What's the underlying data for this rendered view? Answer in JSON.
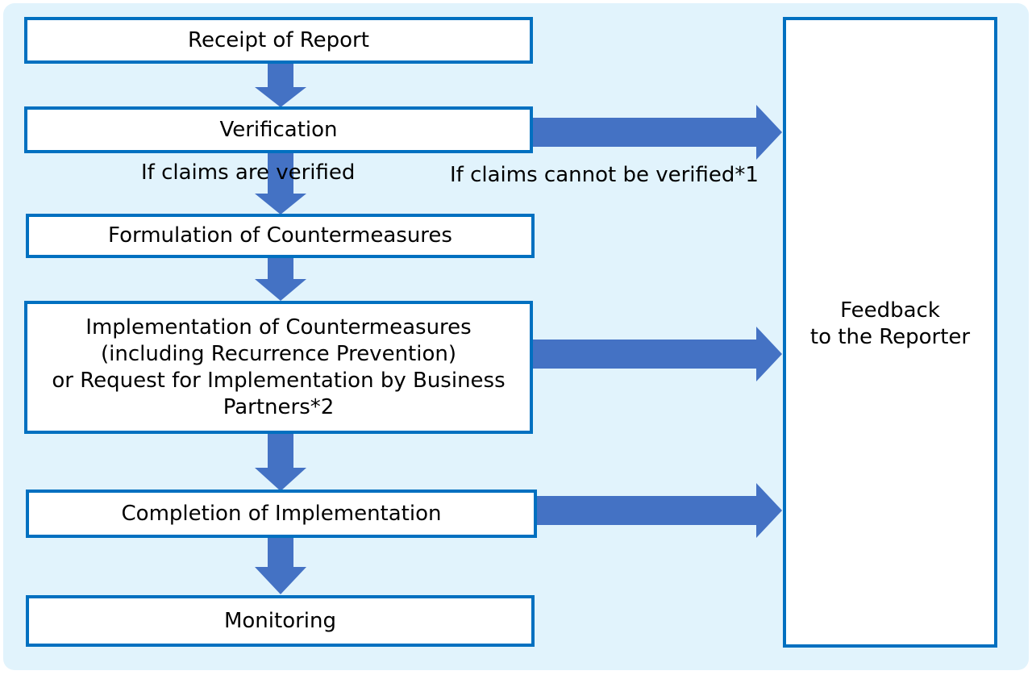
{
  "colors": {
    "background": "#e1f3fc",
    "box_border": "#0070c0",
    "arrow": "#4472c4"
  },
  "steps": {
    "receipt": "Receipt of Report",
    "verification": "Verification",
    "formulation": "Formulation of Countermeasures",
    "implementation": [
      "Implementation of Countermeasures",
      "(including Recurrence Prevention)",
      "or Request for Implementation by Business",
      "Partners*2"
    ],
    "completion": "Completion of Implementation",
    "monitoring": "Monitoring"
  },
  "feedback": [
    "Feedback",
    "to the Reporter"
  ],
  "captions": {
    "verified": "If claims are verified",
    "not_verified": "If claims cannot be verified*1"
  }
}
